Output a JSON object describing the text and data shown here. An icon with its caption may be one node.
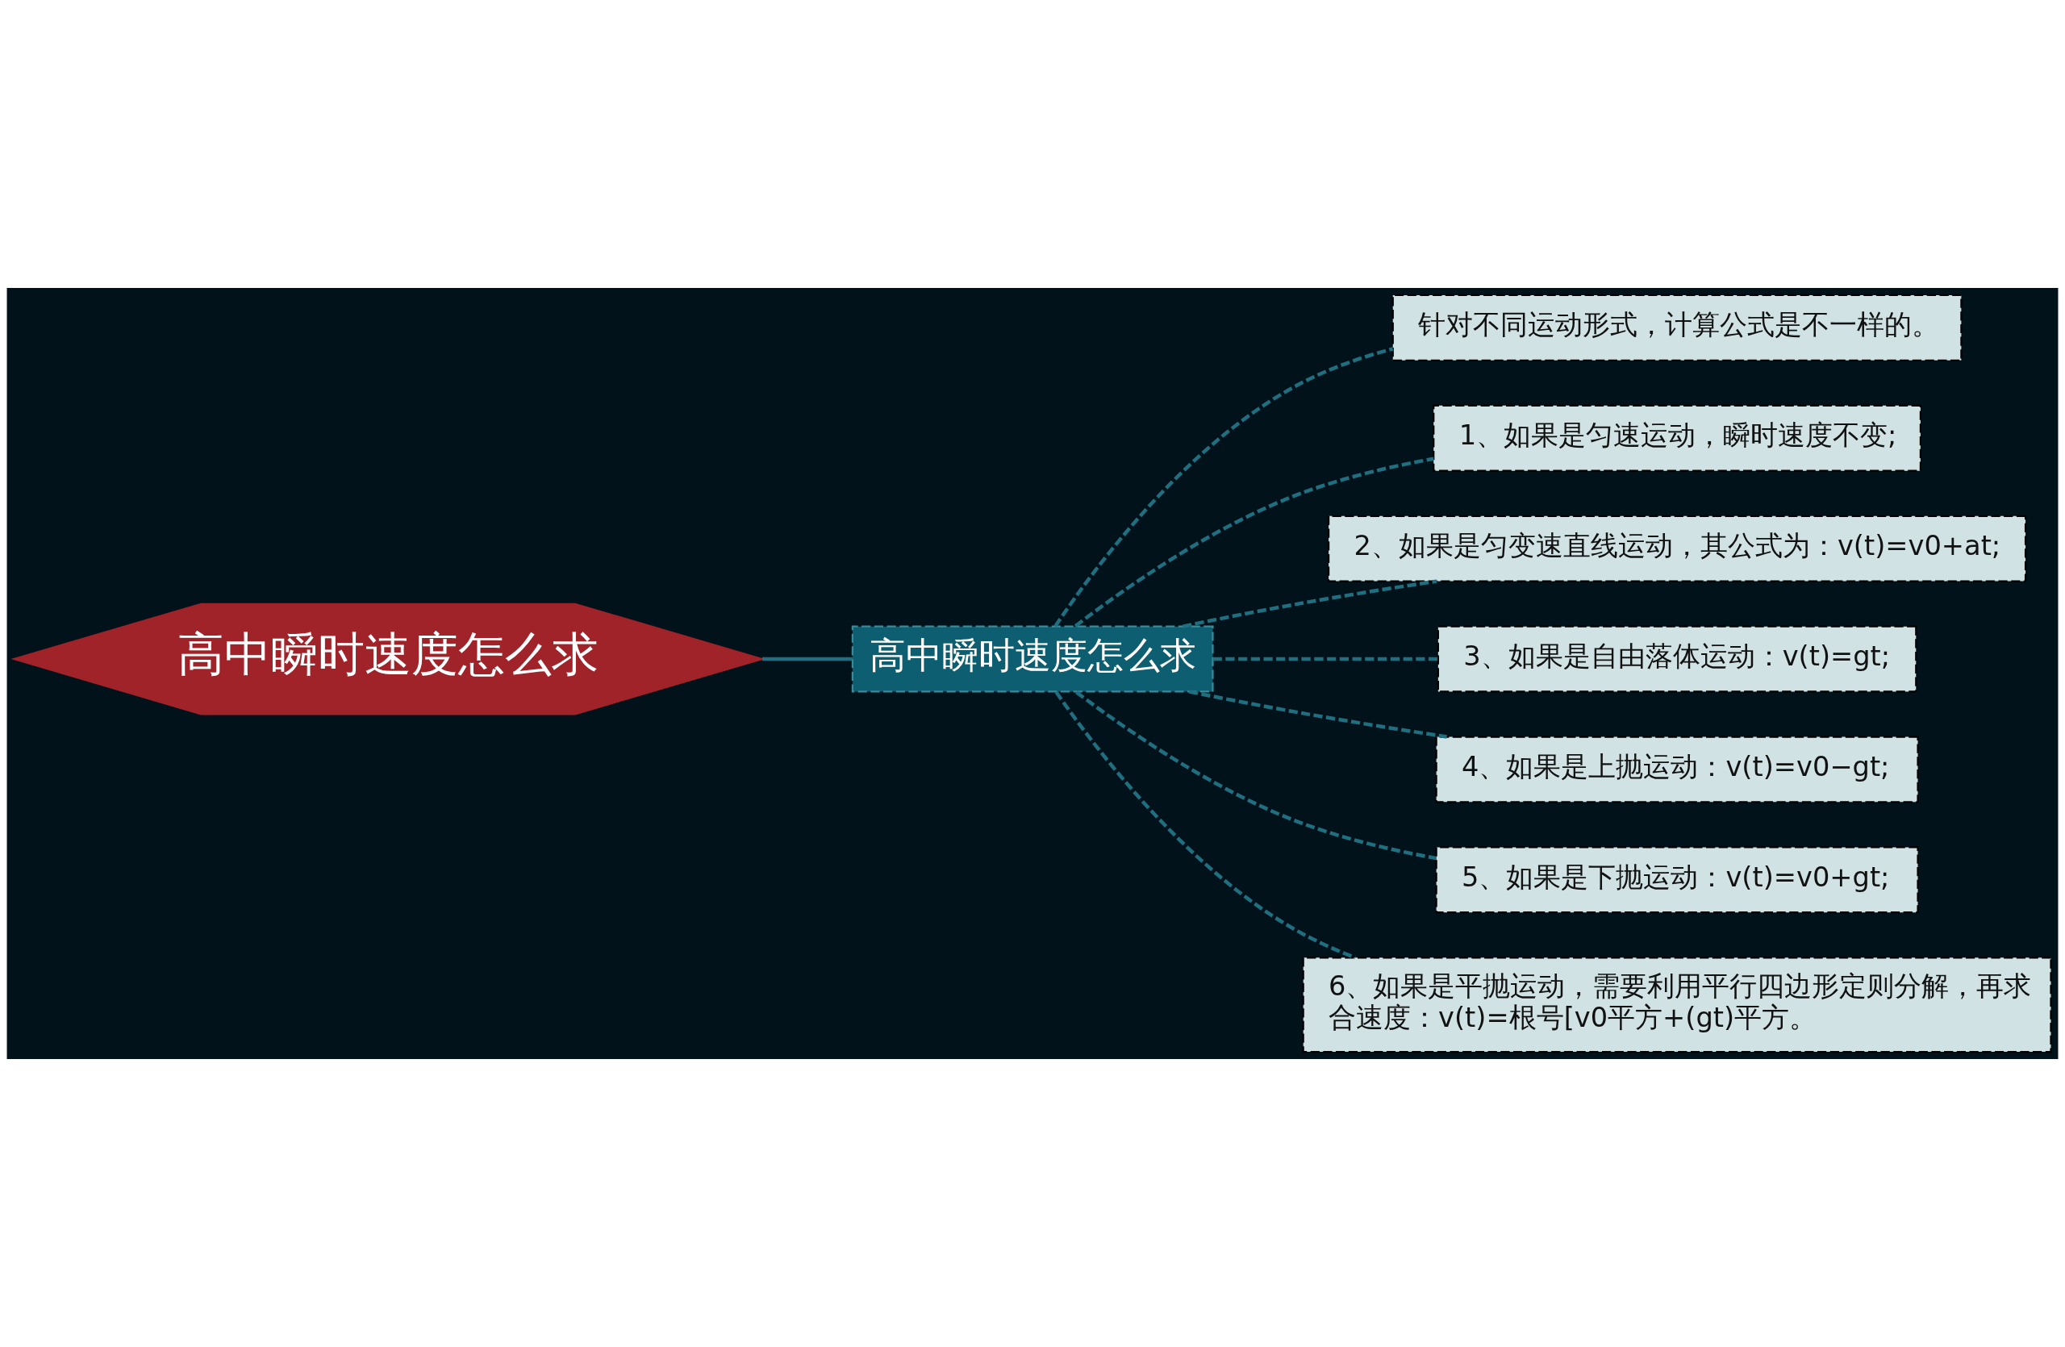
{
  "diagram": {
    "nodes": [
      {
        "text": [
          "高中瞬时速度怎么求"
        ]
      },
      {
        "text": [
          "高中瞬时速度怎么求"
        ]
      },
      {
        "text": [
          "针对不同运动形式，计算公式是不一样的。"
        ]
      },
      {
        "text": [
          "1、如果是匀速运动，瞬时速度不变;"
        ]
      },
      {
        "text": [
          "2、如果是匀变速直线运动，其公式为：v(t)=v0+at;"
        ]
      },
      {
        "text": [
          "3、如果是自由落体运动：v(t)=gt;"
        ]
      },
      {
        "text": [
          "4、如果是上抛运动：v(t)=v0−gt;"
        ]
      },
      {
        "text": [
          "5、如果是下抛运动：v(t)=v0+gt;"
        ]
      },
      {
        "text": [
          "6、如果是平抛运动，需要利用平行四边形定则分解，再求合速度：v(t)=根号[v0平方+(gt)平方。"
        ]
      }
    ],
    "edges": [
      {
        "from": 0,
        "to": 1,
        "arrow": "none"
      },
      {
        "from": 1,
        "to": 2,
        "arrow": "none",
        "style": "dashed"
      },
      {
        "from": 1,
        "to": 3,
        "arrow": "none",
        "style": "dashed"
      },
      {
        "from": 1,
        "to": 4,
        "arrow": "none",
        "style": "dashed"
      },
      {
        "from": 1,
        "to": 5,
        "arrow": "none",
        "style": "dashed"
      },
      {
        "from": 1,
        "to": 6,
        "arrow": "none",
        "style": "dashed"
      },
      {
        "from": 1,
        "to": 7,
        "arrow": "none",
        "style": "dashed"
      },
      {
        "from": 1,
        "to": 8,
        "arrow": "none",
        "style": "dashed"
      }
    ]
  }
}
